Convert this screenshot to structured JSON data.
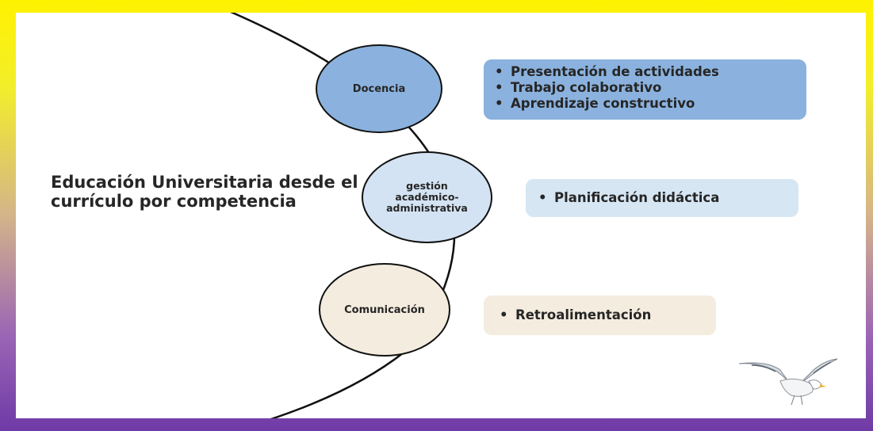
{
  "diagram": {
    "title": "Educación Universitaria desde el currículo por competencia",
    "nodes": [
      {
        "label_lines": [
          "Docencia"
        ],
        "color": "#8bb2de",
        "items": [
          "Presentación de actividades",
          "Trabajo colaborativo",
          "Aprendizaje constructivo"
        ]
      },
      {
        "label_lines": [
          "gestión",
          "académico-",
          "administrativa"
        ],
        "color": "#d4e3f3",
        "items": [
          "Planificación didáctica"
        ]
      },
      {
        "label_lines": [
          "Comunicación"
        ],
        "color": "#f4ecde",
        "items": [
          "Retroalimentación"
        ]
      }
    ]
  },
  "colors": {
    "frame_top": "#fff200",
    "frame_bottom": "#6f3aa6",
    "connector": "#111111"
  },
  "icons": [
    "seagull-icon"
  ]
}
